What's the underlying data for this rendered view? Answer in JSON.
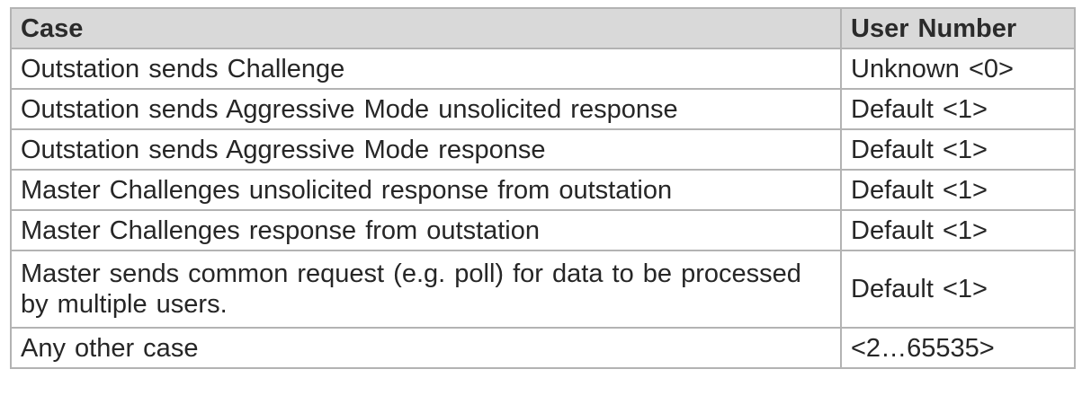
{
  "table": {
    "headers": {
      "case": "Case",
      "user_number": "User Number"
    },
    "rows": [
      {
        "case": "Outstation sends Challenge",
        "user_number": "Unknown <0>"
      },
      {
        "case": "Outstation sends Aggressive Mode unsolicited response",
        "user_number": "Default <1>"
      },
      {
        "case": "Outstation sends Aggressive Mode response",
        "user_number": "Default <1>"
      },
      {
        "case": "Master Challenges unsolicited response from outstation",
        "user_number": "Default <1>"
      },
      {
        "case": "Master Challenges response from outstation",
        "user_number": "Default <1>"
      },
      {
        "case": "Master sends common request (e.g. poll) for data to be processed by multiple users.",
        "user_number": "Default <1>"
      },
      {
        "case": "Any other case",
        "user_number": "<2…65535>"
      }
    ]
  }
}
